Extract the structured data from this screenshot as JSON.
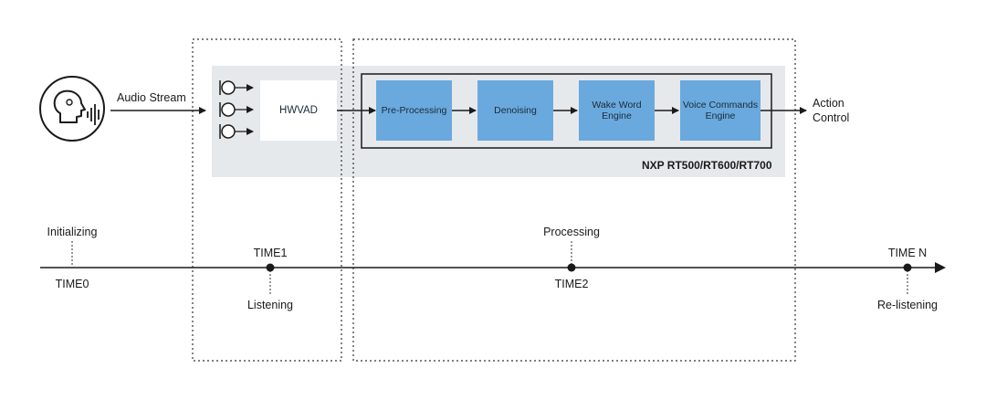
{
  "diagram": {
    "audio_stream": "Audio Stream",
    "hwvad": "HWVAD",
    "pipeline": [
      {
        "label": "Pre-Processing"
      },
      {
        "label": "Denoising"
      },
      {
        "label": "Wake Word\nEngine"
      },
      {
        "label": "Voice Commands\nEngine"
      }
    ],
    "action_control": "Action\nControl",
    "chip": "NXP RT500/RT600/RT700",
    "colors": {
      "block": "#6aa9dd",
      "panel": "#e6e9ec",
      "line": "#1a1a1a"
    }
  },
  "timeline": {
    "points": [
      {
        "tick": "TIME0",
        "phase": "Initializing"
      },
      {
        "tick": "TIME1",
        "phase": "Listening"
      },
      {
        "tick": "TIME2",
        "phase": "Processing"
      },
      {
        "tick": "TIME N",
        "phase": "Re-listening"
      }
    ]
  }
}
